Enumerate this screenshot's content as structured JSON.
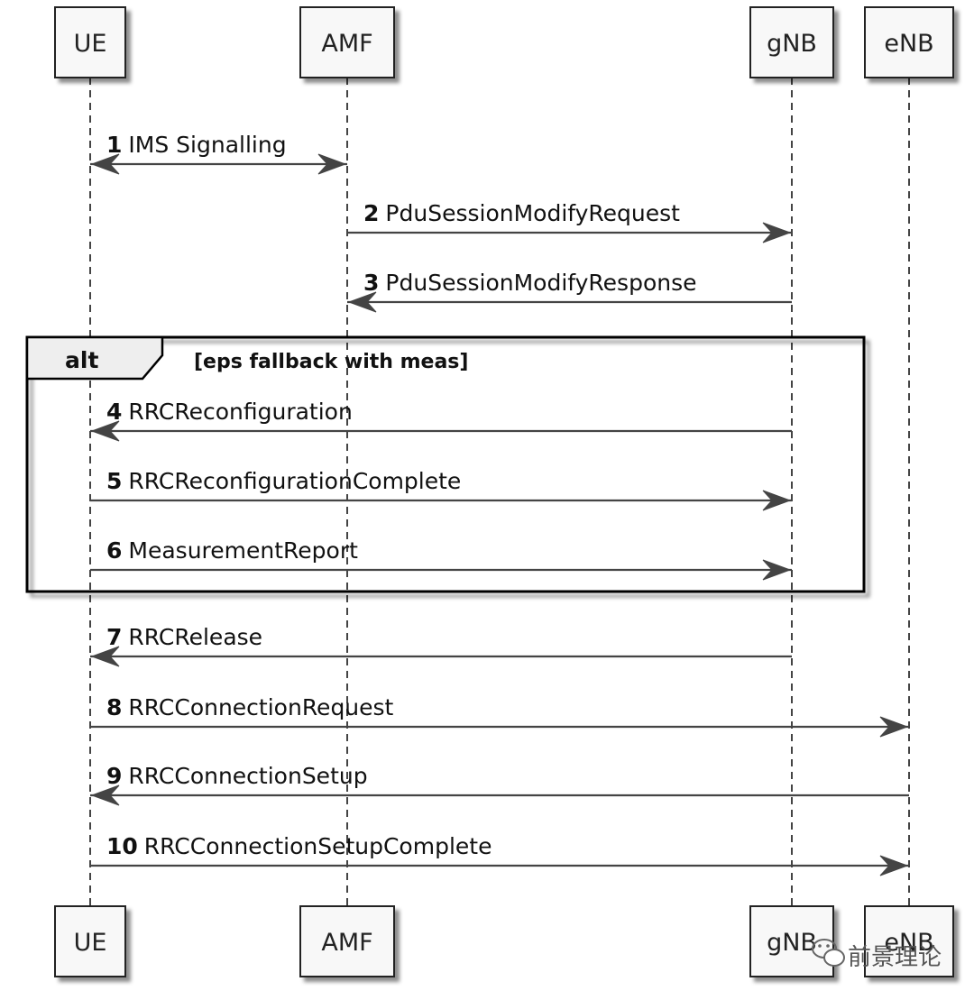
{
  "participants": [
    {
      "id": "ue",
      "label": "UE"
    },
    {
      "id": "amf",
      "label": "AMF"
    },
    {
      "id": "gnb",
      "label": "gNB"
    },
    {
      "id": "enb",
      "label": "eNB"
    }
  ],
  "messages": [
    {
      "num": "1",
      "label": "IMS Signalling",
      "from": "ue",
      "to": "amf",
      "bidirectional": true
    },
    {
      "num": "2",
      "label": "PduSessionModifyRequest",
      "from": "amf",
      "to": "gnb"
    },
    {
      "num": "3",
      "label": "PduSessionModifyResponse",
      "from": "gnb",
      "to": "amf"
    },
    {
      "num": "4",
      "label": "RRCReconfiguration",
      "from": "gnb",
      "to": "ue"
    },
    {
      "num": "5",
      "label": "RRCReconfigurationComplete",
      "from": "ue",
      "to": "gnb"
    },
    {
      "num": "6",
      "label": "MeasurementReport",
      "from": "ue",
      "to": "gnb"
    },
    {
      "num": "7",
      "label": "RRCRelease",
      "from": "gnb",
      "to": "ue"
    },
    {
      "num": "8",
      "label": "RRCConnectionRequest",
      "from": "ue",
      "to": "enb"
    },
    {
      "num": "9",
      "label": "RRCConnectionSetup",
      "from": "enb",
      "to": "ue"
    },
    {
      "num": "10",
      "label": "RRCConnectionSetupComplete",
      "from": "ue",
      "to": "enb"
    }
  ],
  "alt_fragment": {
    "keyword": "alt",
    "guard": "[eps fallback with meas]",
    "first_message": "4",
    "last_message": "6"
  },
  "watermark": {
    "icon": "wechat-icon",
    "text": "前景理论"
  },
  "colors": {
    "line": "#444444",
    "box_fill": "#f8f8f8",
    "alt_header_fill": "#eeeeee"
  }
}
